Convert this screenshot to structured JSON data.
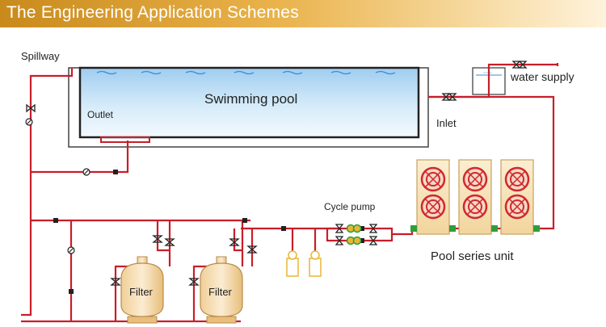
{
  "title": "The Engineering Application Schemes",
  "labels": {
    "spillway": "Spillway",
    "swimming_pool": "Swimming pool",
    "outlet": "Outlet",
    "inlet": "Inlet",
    "water_supply": "water supply",
    "cycle_pump": "Cycle pump",
    "pool_series_unit": "Pool series unit",
    "filter_1": "Filter",
    "filter_2": "Filter"
  },
  "colors": {
    "pipe": "#c81e2a",
    "filter_fill": "#f4dcb1",
    "filter_stroke": "#b98b4c",
    "pump_yellow": "#e8b735",
    "connector_green": "#2e9e3a",
    "unit_fill": "#f7e3b8",
    "fan_red": "#d02a2a"
  }
}
